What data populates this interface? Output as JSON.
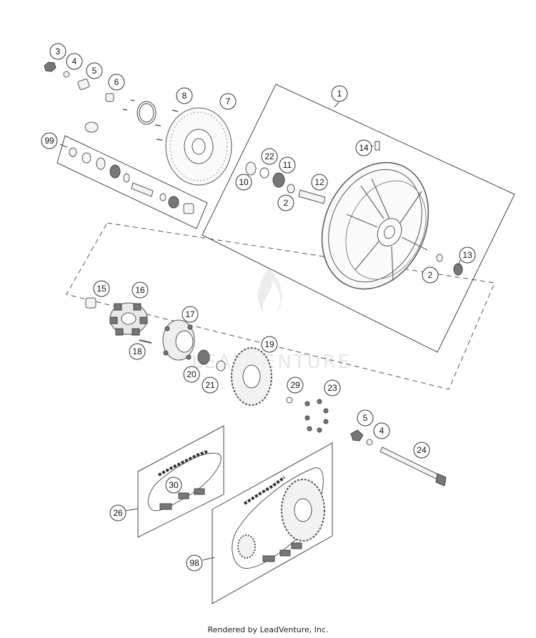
{
  "diagram": {
    "callouts": [
      "1",
      "2",
      "2",
      "3",
      "4",
      "4",
      "5",
      "5",
      "6",
      "7",
      "8",
      "10",
      "11",
      "12",
      "13",
      "14",
      "15",
      "16",
      "17",
      "18",
      "19",
      "20",
      "21",
      "22",
      "23",
      "24",
      "26",
      "29",
      "30",
      "98",
      "99"
    ],
    "watermark_text": "LEADVENTURE",
    "colors": {
      "line": "#444444",
      "part_fill": "#f4f4f4",
      "watermark": "#e6e6e6"
    }
  },
  "footer": {
    "text": "Rendered by LeadVenture, Inc."
  }
}
